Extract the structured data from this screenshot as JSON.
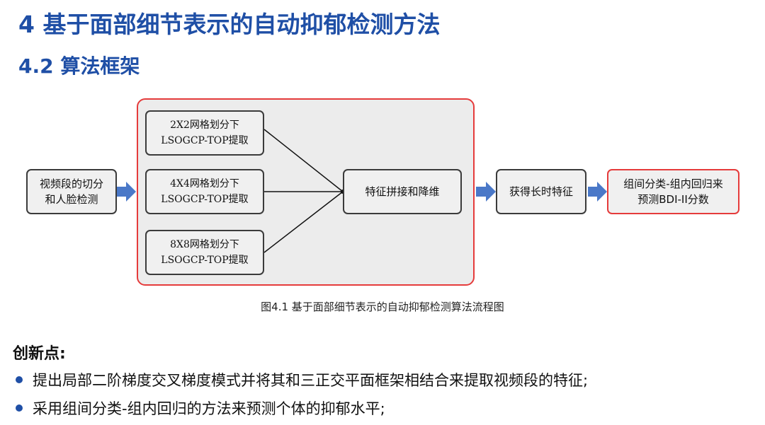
{
  "title": "4 基于面部细节表示的自动抑郁检测方法",
  "subtitle": "4.2 算法框架",
  "diagram": {
    "nodes": {
      "input": [
        "视频段的切分",
        "和人脸检测"
      ],
      "g2": [
        "2X2网格划分下",
        "LSOGCP-TOP提取"
      ],
      "g4": [
        "4X4网格划分下",
        "LSOGCP-TOP提取"
      ],
      "g8": [
        "8X8网格划分下",
        "LSOGCP-TOP提取"
      ],
      "fuse": "特征拼接和降维",
      "longterm": "获得长时特征",
      "output": [
        "组间分类-组内回归来",
        "预测BDI-II分数"
      ]
    },
    "colors": {
      "frame_border": "#e53b3b",
      "arrow": "#4a78c8",
      "title": "#1f4fa6"
    }
  },
  "caption": "图4.1 基于面部细节表示的自动抑郁检测算法流程图",
  "innovation": {
    "heading": "创新点:",
    "points": [
      "提出局部二阶梯度交叉梯度模式并将其和三正交平面框架相结合来提取视频段的特征;",
      "采用组间分类-组内回归的方法来预测个体的抑郁水平;"
    ]
  }
}
